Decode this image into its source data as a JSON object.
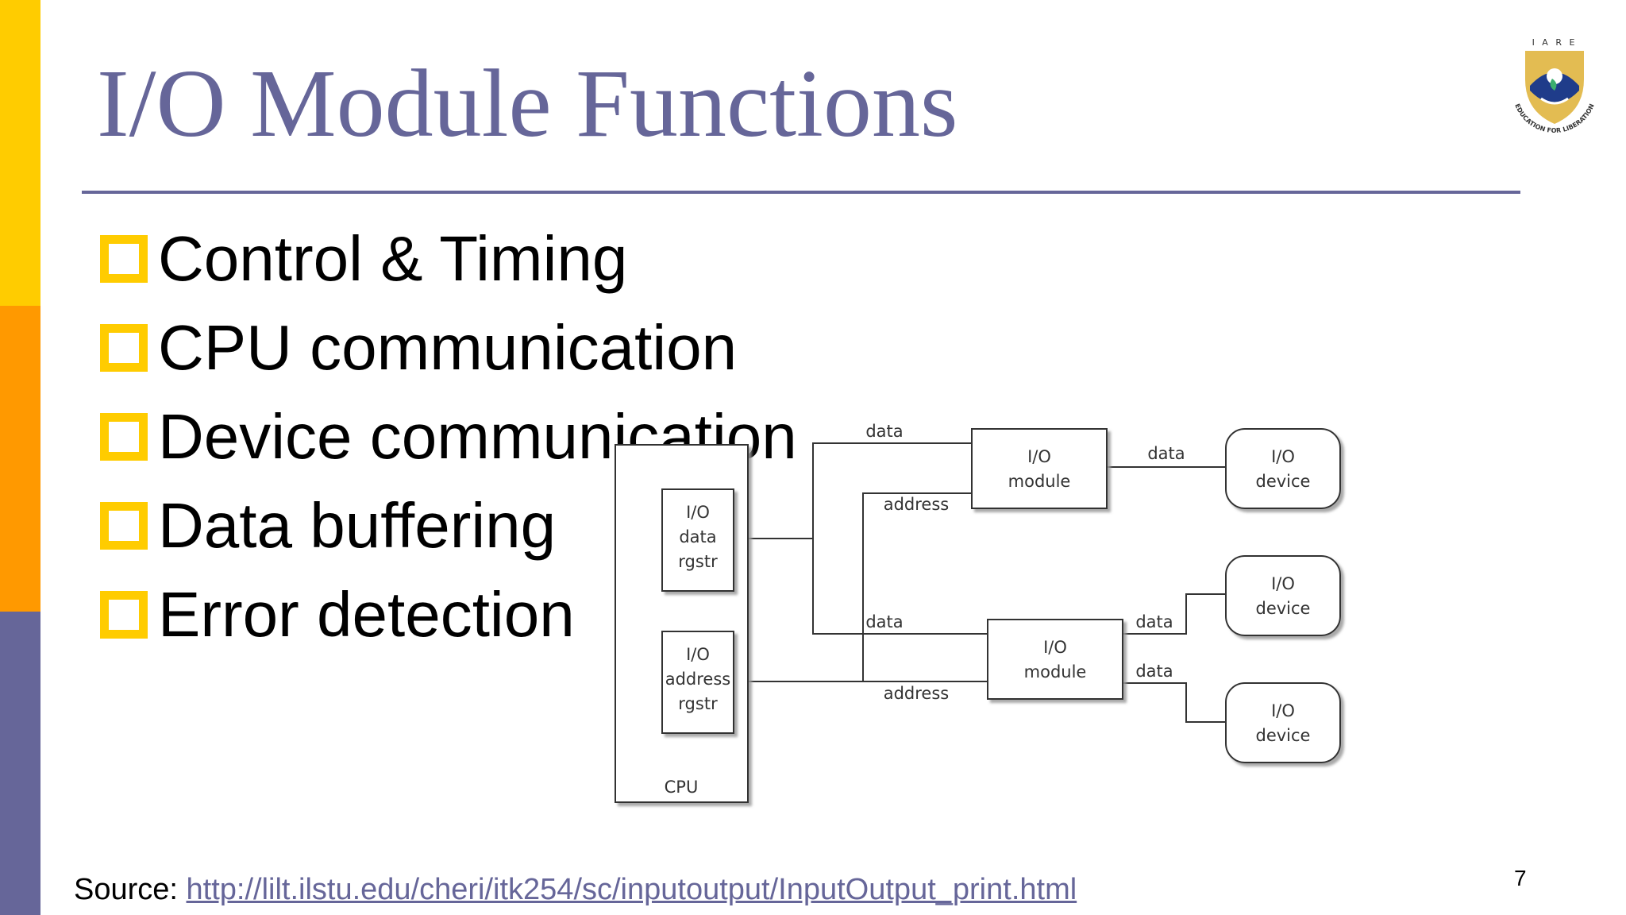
{
  "slide": {
    "title": "I/O Module Functions",
    "bullets": [
      "Control & Timing",
      "CPU communication",
      "Device communication",
      "Data buffering",
      "Error detection"
    ],
    "source_label": "Source: ",
    "source_link": "http://lilt.ilstu.edu/cheri/itk254/sc/inputoutput/InputOutput_print.html",
    "page_number": "7",
    "colors": {
      "title": "#666699",
      "bar_yellow": "#FFCC00",
      "bar_orange": "#FF9900",
      "bar_purple": "#666699",
      "bullet": "#FFCC00"
    }
  },
  "logo": {
    "top_text": "I A R E",
    "motto": "EDUCATION FOR LIBERATION"
  },
  "diagram": {
    "cpu_label": "CPU",
    "registers": [
      [
        "I/O",
        "data",
        "rgstr"
      ],
      [
        "I/O",
        "address",
        "rgstr"
      ]
    ],
    "modules": [
      [
        "I/O",
        "module"
      ],
      [
        "I/O",
        "module"
      ]
    ],
    "devices": [
      [
        "I/O",
        "device"
      ],
      [
        "I/O",
        "device"
      ],
      [
        "I/O",
        "device"
      ]
    ],
    "labels": {
      "data_top": "data",
      "address_top": "address",
      "data_mid": "data",
      "address_mid": "address",
      "module1_device": "data",
      "module2_device1": "data",
      "module2_device2": "data"
    }
  }
}
